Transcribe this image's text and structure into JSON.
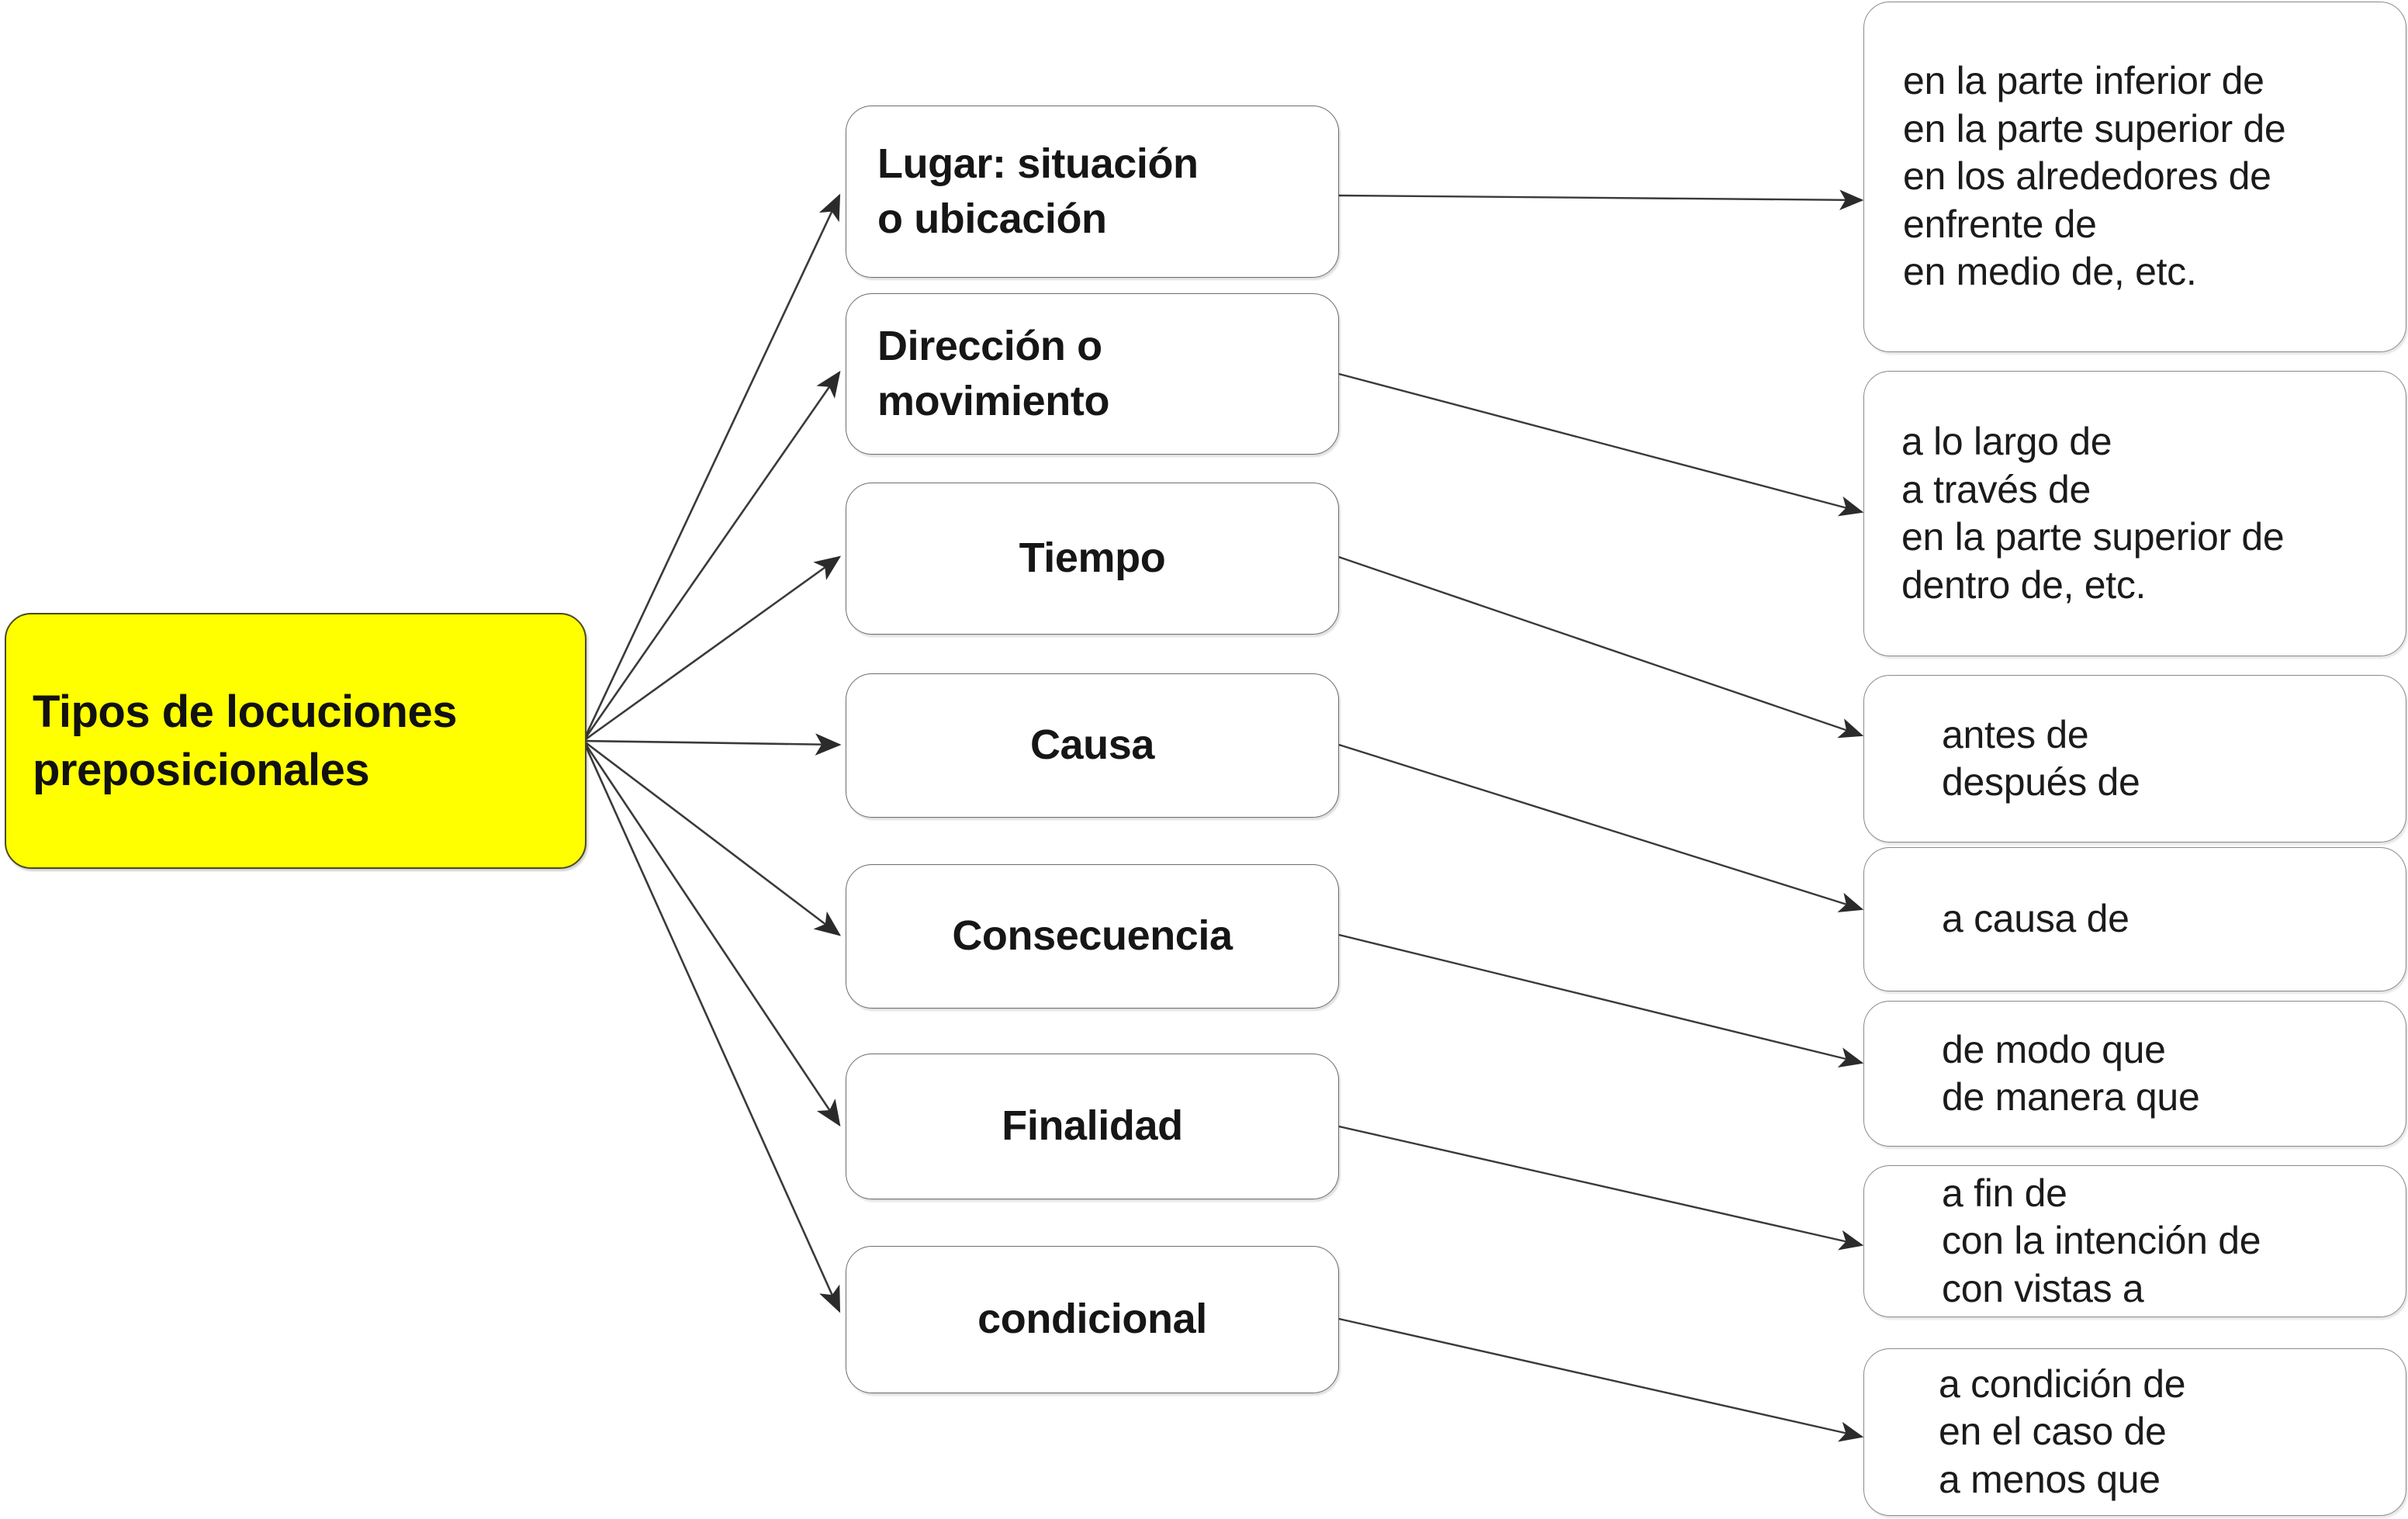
{
  "diagram": {
    "type": "mind-map",
    "title": "Tipos de locuciones preposicionales",
    "colors": {
      "root_fill": "#FFFF00",
      "root_text": "#111111",
      "node_fill": "#FFFFFF",
      "node_border": "#6D6D6D",
      "edge": "#3A3A3A",
      "background": "#FFFFFF"
    },
    "root": {
      "label": "Tipos de locuciones\npreposicionales"
    },
    "categories": [
      {
        "id": "lugar",
        "label": "Lugar: situación\no ubicación",
        "align": "left"
      },
      {
        "id": "direccion",
        "label": "Dirección o\nmovimiento",
        "align": "left"
      },
      {
        "id": "tiempo",
        "label": "Tiempo",
        "align": "center"
      },
      {
        "id": "causa",
        "label": "Causa",
        "align": "center"
      },
      {
        "id": "consecuencia",
        "label": "Consecuencia",
        "align": "center"
      },
      {
        "id": "finalidad",
        "label": "Finalidad",
        "align": "center"
      },
      {
        "id": "condicional",
        "label": "condicional",
        "align": "center"
      }
    ],
    "examples": [
      {
        "id": "ex-lugar",
        "label": "en la parte inferior de\nen la parte superior de\nen los alrededores de\nenfrente de\nen medio de, etc."
      },
      {
        "id": "ex-direccion",
        "label": "a lo largo de\na través de\nen la parte superior de\ndentro de, etc."
      },
      {
        "id": "ex-tiempo",
        "label": "antes de\ndespués de"
      },
      {
        "id": "ex-causa",
        "label": "a causa de"
      },
      {
        "id": "ex-consecuencia",
        "label": "de modo que\nde manera que"
      },
      {
        "id": "ex-finalidad",
        "label": "a fin de\ncon la intención de\ncon vistas a"
      },
      {
        "id": "ex-condicional",
        "label": "a condición de\nen el caso de\na menos que"
      }
    ]
  }
}
